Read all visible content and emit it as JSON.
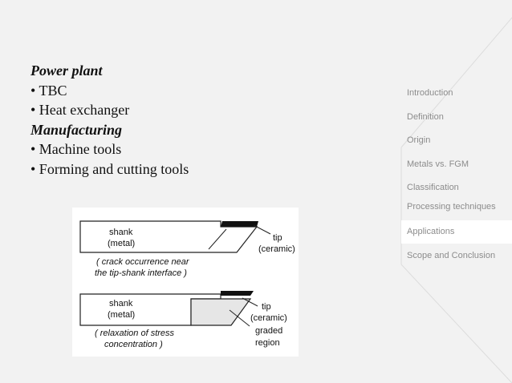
{
  "slide": {
    "lines": [
      {
        "text": "Power plant",
        "style": "heading"
      },
      {
        "text": "• TBC",
        "style": "bullet"
      },
      {
        "text": "• Heat exchanger",
        "style": "bullet"
      },
      {
        "text": "Manufacturing",
        "style": "heading"
      },
      {
        "text": "• Machine tools",
        "style": "bullet"
      },
      {
        "text": "• Forming and cutting tools",
        "style": "bullet"
      }
    ]
  },
  "nav": {
    "items": [
      {
        "label": "Introduction",
        "active": false
      },
      {
        "label": "Definition",
        "active": false
      },
      {
        "label": "Origin",
        "active": false
      },
      {
        "label": "Metals  vs. FGM",
        "active": false
      },
      {
        "label": "Classification",
        "active": false
      },
      {
        "label": "Processing techniques",
        "active": false
      },
      {
        "label": "Applications",
        "active": true
      },
      {
        "label": "Scope and Conclusion",
        "active": false
      }
    ]
  },
  "figure": {
    "top": {
      "shank": "shank",
      "metal": "(metal)",
      "tip": "tip",
      "ceramic": "(ceramic)",
      "caption1": "( crack occurrence near",
      "caption2": "the tip-shank interface )"
    },
    "bottom": {
      "shank": "shank",
      "metal": "(metal)",
      "tip": "tip",
      "ceramic": "(ceramic)",
      "graded": "graded",
      "region": "region",
      "caption1": "( relaxation of stress",
      "caption2": "concentration )"
    }
  },
  "colors": {
    "background": "#f2f2f2",
    "nav_text": "#8c8c8c",
    "active_bg": "#ffffff",
    "graded_fill": "#e6e6e6"
  }
}
